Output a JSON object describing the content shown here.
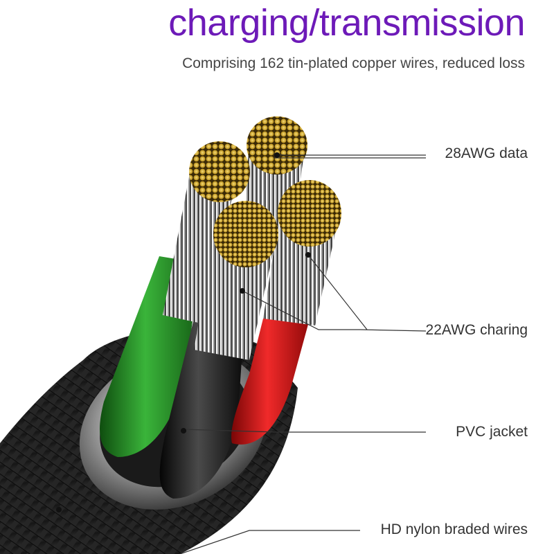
{
  "header": {
    "title": "charging/transmission",
    "subtitle": "Comprising 162 tin-plated copper wires, reduced loss"
  },
  "callouts": {
    "data_wire": "28AWG data",
    "charge_wire": "22AWG charing",
    "jacket": "PVC jacket",
    "braid": "HD nylon braded wires"
  },
  "colors": {
    "title": "#6d1ab8",
    "green_core": "#2f9a2a",
    "red_core": "#d41414",
    "copper_strands": "#e6c14a",
    "braid": "#1c1c1c",
    "leader_line": "#333333"
  }
}
